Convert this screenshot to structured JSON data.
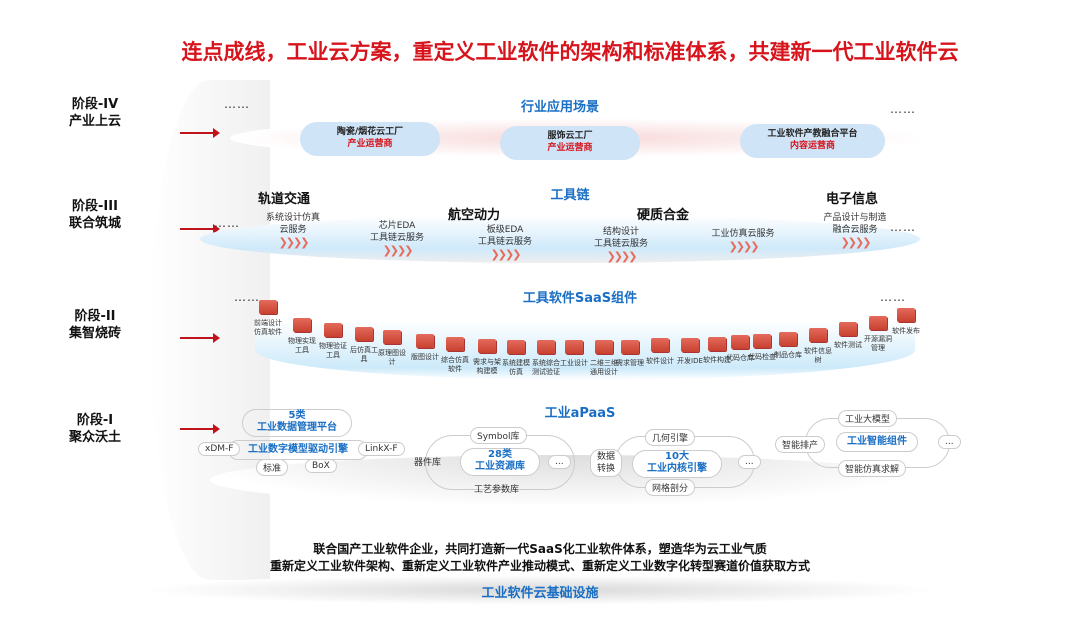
{
  "title": "连点成线，工业云方案，重定义工业软件的架构和标准体系，共建新一代工业软件云",
  "stages": [
    {
      "name": "阶段-IV",
      "desc": "产业上云"
    },
    {
      "name": "阶段-III",
      "desc": "联合筑城"
    },
    {
      "name": "阶段-II",
      "desc": "集智烧砖"
    },
    {
      "name": "阶段-I",
      "desc": "聚众沃土"
    }
  ],
  "ellipsis": "……",
  "layer4": {
    "title": "行业应用场景",
    "clouds": [
      {
        "name": "陶瓷/烟花云工厂",
        "sub": "产业运营商"
      },
      {
        "name": "服饰云工厂",
        "sub": "产业运营商"
      },
      {
        "name": "工业软件产教融合平台",
        "sub": "内容运营商"
      }
    ]
  },
  "layer3": {
    "title": "工具链",
    "industries": [
      "轨道交通",
      "航空动力",
      "硬质合金",
      "电子信息"
    ],
    "services": [
      "系统设计仿真\n云服务",
      "芯片EDA\n工具链云服务",
      "板级EDA\n工具链云服务",
      "结构设计\n工具链云服务",
      "工业仿真云服务",
      "产品设计与制造\n融合云服务"
    ],
    "chevron": "❯❯❯❯"
  },
  "layer2": {
    "title": "工具软件SaaS组件",
    "components": [
      "前端设计仿真软件",
      "物理实现工具",
      "物理验证工具",
      "后仿真工具",
      "原理图设计",
      "版图设计",
      "综合仿真软件",
      "需求与架构建模",
      "系统建模仿真",
      "系统综合测试验证",
      "工业设计",
      "二维三维通用设计",
      "需求管理",
      "软件设计",
      "开发IDE",
      "软件构建",
      "代码仓库",
      "代码检查",
      "制品仓库",
      "软件信息树",
      "软件测试",
      "开源漏洞管理",
      "软件发布"
    ]
  },
  "layer1": {
    "title": "工业aPaaS",
    "g1": {
      "count": "5类",
      "name": "工业数据管理平台",
      "engine": "工业数字模型驱动引擎",
      "left": "xDM-F",
      "right": "LinkX-F",
      "b1": "标准",
      "b2": "BoX"
    },
    "g2": {
      "count": "28类",
      "name": "工业资源库",
      "top": "Symbol库",
      "left": "器件库",
      "right": "...",
      "bottom": "工艺参数库"
    },
    "g3": {
      "count": "10大",
      "name": "工业内核引擎",
      "top": "几何引擎",
      "left": "数据\n转换",
      "right": "...",
      "bottom": "网格剖分"
    },
    "g4": {
      "name": "工业智能组件",
      "top": "工业大模型",
      "left": "智能排产",
      "right": "...",
      "bottom": "智能仿真求解"
    }
  },
  "bottom": {
    "line1": "联合国产工业软件企业，共同打造新一代SaaS化工业软件体系，塑造华为云工业气质",
    "line2": "重新定义工业软件架构、重新定义工业软件产业推动模式、重新定义工业数字化转型赛道价值获取方式",
    "base": "工业软件云基础设施"
  }
}
